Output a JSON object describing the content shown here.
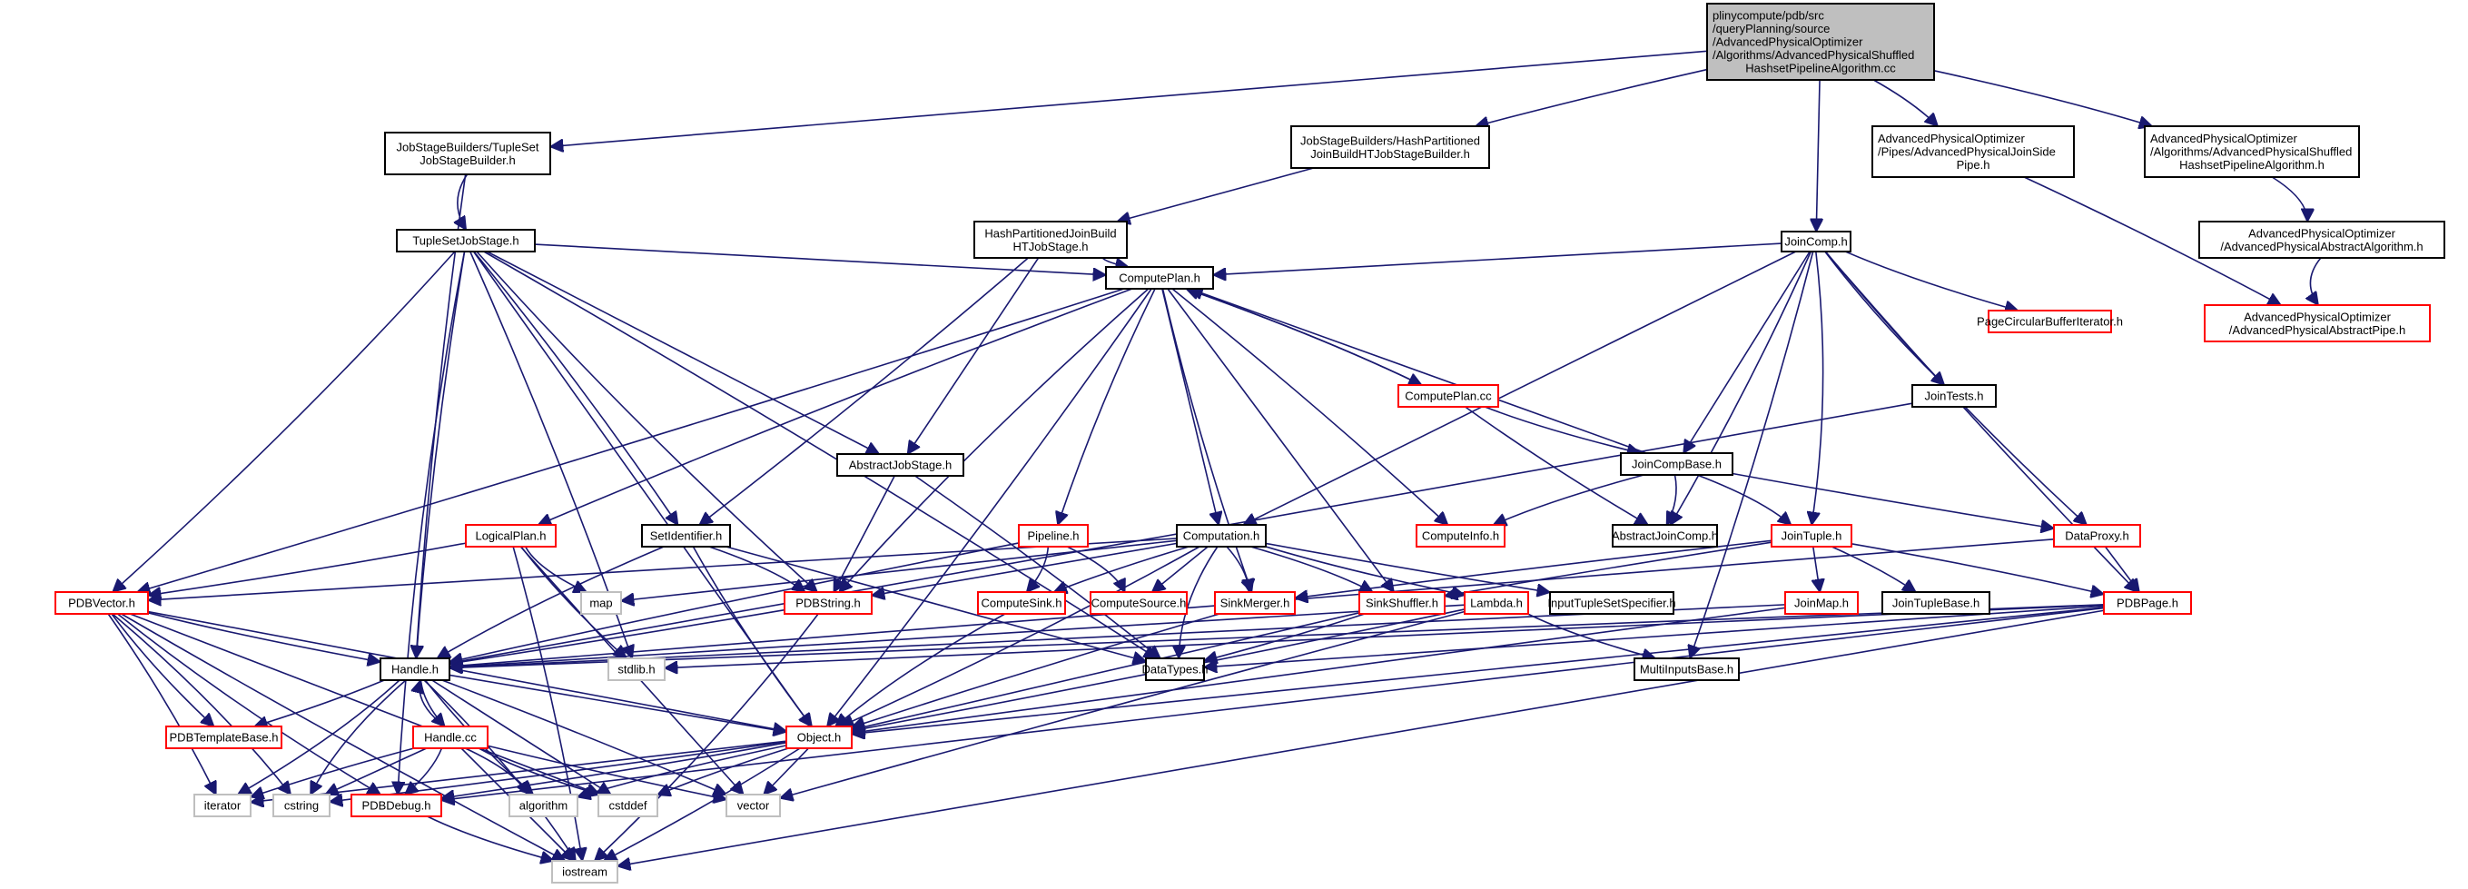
{
  "graph": {
    "title": "Include dependency graph for AdvancedPhysicalShuffledHashsetPipelineAlgorithm.cc",
    "colors": {
      "edge": "#191970",
      "root_fill": "#bfbfbf",
      "documented_border": "#000000",
      "truncated_border": "#ff0000",
      "external_border": "#bfbfbf",
      "node_fill": "#ffffff"
    },
    "nodes": [
      {
        "id": "root",
        "lines": [
          "plinycompute/pdb/src",
          "/queryPlanning/source",
          "/AdvancedPhysicalOptimizer",
          "/Algorithms/AdvancedPhysicalShuffled",
          "HashsetPipelineAlgorithm.cc"
        ],
        "kind": "root"
      },
      {
        "id": "tsjsb",
        "lines": [
          "JobStageBuilders/TupleSet",
          "JobStageBuilder.h"
        ],
        "kind": "normal"
      },
      {
        "id": "hpjb",
        "lines": [
          "JobStageBuilders/HashPartitioned",
          "JoinBuildHTJobStageBuilder.h"
        ],
        "kind": "normal"
      },
      {
        "id": "apjsp",
        "lines": [
          "AdvancedPhysicalOptimizer",
          "/Pipes/AdvancedPhysicalJoinSide",
          "Pipe.h"
        ],
        "kind": "normal"
      },
      {
        "id": "apshpa",
        "lines": [
          "AdvancedPhysicalOptimizer",
          "/Algorithms/AdvancedPhysicalShuffled",
          "HashsetPipelineAlgorithm.h"
        ],
        "kind": "normal"
      },
      {
        "id": "tsjs",
        "lines": [
          "TupleSetJobStage.h"
        ],
        "kind": "normal"
      },
      {
        "id": "hpjbhts",
        "lines": [
          "HashPartitionedJoinBuild",
          "HTJobStage.h"
        ],
        "kind": "normal"
      },
      {
        "id": "joincomp",
        "lines": [
          "JoinComp.h"
        ],
        "kind": "normal"
      },
      {
        "id": "apaa",
        "lines": [
          "AdvancedPhysicalOptimizer",
          "/AdvancedPhysicalAbstractAlgorithm.h"
        ],
        "kind": "normal"
      },
      {
        "id": "computeplan",
        "lines": [
          "ComputePlan.h"
        ],
        "kind": "normal"
      },
      {
        "id": "pcbi",
        "lines": [
          "PageCircularBufferIterator.h"
        ],
        "kind": "truncated"
      },
      {
        "id": "apap",
        "lines": [
          "AdvancedPhysicalOptimizer",
          "/AdvancedPhysicalAbstractPipe.h"
        ],
        "kind": "truncated"
      },
      {
        "id": "computeplancc",
        "lines": [
          "ComputePlan.cc"
        ],
        "kind": "truncated"
      },
      {
        "id": "jointests",
        "lines": [
          "JoinTests.h"
        ],
        "kind": "normal"
      },
      {
        "id": "abstractjobstage",
        "lines": [
          "AbstractJobStage.h"
        ],
        "kind": "normal"
      },
      {
        "id": "joincompbase",
        "lines": [
          "JoinCompBase.h"
        ],
        "kind": "normal"
      },
      {
        "id": "logicalplan",
        "lines": [
          "LogicalPlan.h"
        ],
        "kind": "truncated"
      },
      {
        "id": "setidentifier",
        "lines": [
          "SetIdentifier.h"
        ],
        "kind": "normal"
      },
      {
        "id": "pipeline",
        "lines": [
          "Pipeline.h"
        ],
        "kind": "truncated"
      },
      {
        "id": "computation",
        "lines": [
          "Computation.h"
        ],
        "kind": "normal"
      },
      {
        "id": "computeinfo",
        "lines": [
          "ComputeInfo.h"
        ],
        "kind": "truncated"
      },
      {
        "id": "abstractjoincomp",
        "lines": [
          "AbstractJoinComp.h"
        ],
        "kind": "normal"
      },
      {
        "id": "jointuple",
        "lines": [
          "JoinTuple.h"
        ],
        "kind": "truncated"
      },
      {
        "id": "dataproxy",
        "lines": [
          "DataProxy.h"
        ],
        "kind": "truncated"
      },
      {
        "id": "pdbvector",
        "lines": [
          "PDBVector.h"
        ],
        "kind": "truncated"
      },
      {
        "id": "map",
        "lines": [
          "map"
        ],
        "kind": "external"
      },
      {
        "id": "pdbstring",
        "lines": [
          "PDBString.h"
        ],
        "kind": "truncated"
      },
      {
        "id": "computesink",
        "lines": [
          "ComputeSink.h"
        ],
        "kind": "truncated"
      },
      {
        "id": "computesource",
        "lines": [
          "ComputeSource.h"
        ],
        "kind": "truncated"
      },
      {
        "id": "sinkmerger",
        "lines": [
          "SinkMerger.h"
        ],
        "kind": "truncated"
      },
      {
        "id": "sinkshuffler",
        "lines": [
          "SinkShuffler.h"
        ],
        "kind": "truncated"
      },
      {
        "id": "lambda",
        "lines": [
          "Lambda.h"
        ],
        "kind": "truncated"
      },
      {
        "id": "itss",
        "lines": [
          "InputTupleSetSpecifier.h"
        ],
        "kind": "normal"
      },
      {
        "id": "joinmap",
        "lines": [
          "JoinMap.h"
        ],
        "kind": "truncated"
      },
      {
        "id": "jointuplebase",
        "lines": [
          "JoinTupleBase.h"
        ],
        "kind": "normal"
      },
      {
        "id": "pdbpage",
        "lines": [
          "PDBPage.h"
        ],
        "kind": "truncated"
      },
      {
        "id": "handleh",
        "lines": [
          "Handle.h"
        ],
        "kind": "normal"
      },
      {
        "id": "stdlib",
        "lines": [
          "stdlib.h"
        ],
        "kind": "external"
      },
      {
        "id": "datatypes",
        "lines": [
          "DataTypes.h"
        ],
        "kind": "normal"
      },
      {
        "id": "multiinputsbase",
        "lines": [
          "MultiInputsBase.h"
        ],
        "kind": "normal"
      },
      {
        "id": "pdbtemplatebase",
        "lines": [
          "PDBTemplateBase.h"
        ],
        "kind": "truncated"
      },
      {
        "id": "handlecc",
        "lines": [
          "Handle.cc"
        ],
        "kind": "truncated"
      },
      {
        "id": "objecth",
        "lines": [
          "Object.h"
        ],
        "kind": "truncated"
      },
      {
        "id": "iterator",
        "lines": [
          "iterator"
        ],
        "kind": "external"
      },
      {
        "id": "cstring",
        "lines": [
          "cstring"
        ],
        "kind": "external"
      },
      {
        "id": "pdbdebug",
        "lines": [
          "PDBDebug.h"
        ],
        "kind": "truncated"
      },
      {
        "id": "algorithm",
        "lines": [
          "algorithm"
        ],
        "kind": "external"
      },
      {
        "id": "cstddef",
        "lines": [
          "cstddef"
        ],
        "kind": "external"
      },
      {
        "id": "vector",
        "lines": [
          "vector"
        ],
        "kind": "external"
      },
      {
        "id": "iostream",
        "lines": [
          "iostream"
        ],
        "kind": "external"
      }
    ],
    "edges": [
      [
        "root",
        "tsjsb"
      ],
      [
        "root",
        "hpjb"
      ],
      [
        "root",
        "joincomp"
      ],
      [
        "root",
        "apjsp"
      ],
      [
        "root",
        "apshpa"
      ],
      [
        "tsjsb",
        "tsjs"
      ],
      [
        "tsjsb",
        "handleh"
      ],
      [
        "hpjb",
        "hpjbhts"
      ],
      [
        "apjsp",
        "apap"
      ],
      [
        "apshpa",
        "apaa"
      ],
      [
        "apaa",
        "apap"
      ],
      [
        "tsjs",
        "computeplan"
      ],
      [
        "tsjs",
        "abstractjobstage"
      ],
      [
        "tsjs",
        "setidentifier"
      ],
      [
        "tsjs",
        "pdbvector"
      ],
      [
        "tsjs",
        "pdbstring"
      ],
      [
        "tsjs",
        "handleh"
      ],
      [
        "tsjs",
        "objecth"
      ],
      [
        "tsjs",
        "stdlib"
      ],
      [
        "tsjs",
        "datatypes"
      ],
      [
        "tsjs",
        "pdbdebug"
      ],
      [
        "hpjbhts",
        "computeplan"
      ],
      [
        "hpjbhts",
        "abstractjobstage"
      ],
      [
        "hpjbhts",
        "setidentifier"
      ],
      [
        "joincomp",
        "computeplan"
      ],
      [
        "joincomp",
        "pcbi"
      ],
      [
        "joincomp",
        "jointests"
      ],
      [
        "joincomp",
        "joincompbase"
      ],
      [
        "joincomp",
        "abstractjoincomp"
      ],
      [
        "joincomp",
        "jointuple"
      ],
      [
        "joincomp",
        "dataproxy"
      ],
      [
        "joincomp",
        "pdbpage"
      ],
      [
        "joincomp",
        "computation"
      ],
      [
        "joincomp",
        "multiinputsbase"
      ],
      [
        "computeplan",
        "computeplancc"
      ],
      [
        "computeplan",
        "logicalplan"
      ],
      [
        "computeplan",
        "pipeline"
      ],
      [
        "computeplan",
        "computation"
      ],
      [
        "computeplan",
        "computeinfo"
      ],
      [
        "computeplan",
        "pdbvector"
      ],
      [
        "computeplan",
        "pdbstring"
      ],
      [
        "computeplan",
        "sinkmerger"
      ],
      [
        "computeplan",
        "sinkshuffler"
      ],
      [
        "computeplan",
        "objecth"
      ],
      [
        "computeplancc",
        "computeplan"
      ],
      [
        "computeplancc",
        "joincompbase"
      ],
      [
        "computeplancc",
        "abstractjoincomp"
      ],
      [
        "joincompbase",
        "computeplan"
      ],
      [
        "joincompbase",
        "abstractjoincomp"
      ],
      [
        "joincompbase",
        "jointuple"
      ],
      [
        "joincompbase",
        "computeinfo"
      ],
      [
        "joincompbase",
        "dataproxy"
      ],
      [
        "abstractjobstage",
        "pdbstring"
      ],
      [
        "abstractjobstage",
        "datatypes"
      ],
      [
        "logicalplan",
        "pdbvector"
      ],
      [
        "logicalplan",
        "map"
      ],
      [
        "logicalplan",
        "stdlib"
      ],
      [
        "logicalplan",
        "vector"
      ],
      [
        "logicalplan",
        "iostream"
      ],
      [
        "setidentifier",
        "pdbstring"
      ],
      [
        "setidentifier",
        "handleh"
      ],
      [
        "setidentifier",
        "objecth"
      ],
      [
        "setidentifier",
        "datatypes"
      ],
      [
        "pipeline",
        "computesink"
      ],
      [
        "pipeline",
        "computesource"
      ],
      [
        "pipeline",
        "handleh"
      ],
      [
        "computation",
        "computesink"
      ],
      [
        "computation",
        "computesource"
      ],
      [
        "computation",
        "sinkmerger"
      ],
      [
        "computation",
        "sinkshuffler"
      ],
      [
        "computation",
        "lambda"
      ],
      [
        "computation",
        "itss"
      ],
      [
        "computation",
        "pdbstring"
      ],
      [
        "computation",
        "map"
      ],
      [
        "computation",
        "objecth"
      ],
      [
        "computation",
        "datatypes"
      ],
      [
        "computation",
        "pdbvector"
      ],
      [
        "jointuple",
        "joinmap"
      ],
      [
        "jointuple",
        "jointuplebase"
      ],
      [
        "jointuple",
        "pdbpage"
      ],
      [
        "jointuple",
        "sinkmerger"
      ],
      [
        "jointuple",
        "sinkshuffler"
      ],
      [
        "dataproxy",
        "pdbpage"
      ],
      [
        "dataproxy",
        "handleh"
      ],
      [
        "jointests",
        "handleh"
      ],
      [
        "pdbvector",
        "handleh"
      ],
      [
        "pdbvector",
        "pdbtemplatebase"
      ],
      [
        "pdbvector",
        "objecth"
      ],
      [
        "pdbvector",
        "iterator"
      ],
      [
        "pdbvector",
        "cstring"
      ],
      [
        "pdbvector",
        "pdbdebug"
      ],
      [
        "pdbvector",
        "iostream"
      ],
      [
        "pdbvector",
        "cstddef"
      ],
      [
        "pdbstring",
        "handleh"
      ],
      [
        "pdbstring",
        "iostream"
      ],
      [
        "computesink",
        "objecth"
      ],
      [
        "sinkmerger",
        "objecth"
      ],
      [
        "sinkshuffler",
        "objecth"
      ],
      [
        "sinkshuffler",
        "datatypes"
      ],
      [
        "lambda",
        "objecth"
      ],
      [
        "lambda",
        "multiinputsbase"
      ],
      [
        "lambda",
        "vector"
      ],
      [
        "lambda",
        "handleh"
      ],
      [
        "joinmap",
        "objecth"
      ],
      [
        "joinmap",
        "handleh"
      ],
      [
        "pdbpage",
        "datatypes"
      ],
      [
        "pdbpage",
        "stdlib"
      ],
      [
        "pdbpage",
        "handleh"
      ],
      [
        "pdbpage",
        "objecth"
      ],
      [
        "pdbpage",
        "iostream"
      ],
      [
        "pdbpage",
        "pdbdebug"
      ],
      [
        "handleh",
        "handlecc"
      ],
      [
        "handleh",
        "objecth"
      ],
      [
        "handleh",
        "pdbtemplatebase"
      ],
      [
        "handleh",
        "iterator"
      ],
      [
        "handleh",
        "cstring"
      ],
      [
        "handleh",
        "algorithm"
      ],
      [
        "handleh",
        "cstddef"
      ],
      [
        "handleh",
        "vector"
      ],
      [
        "handleh",
        "iostream"
      ],
      [
        "handlecc",
        "handleh"
      ],
      [
        "handlecc",
        "iterator"
      ],
      [
        "handlecc",
        "cstring"
      ],
      [
        "handlecc",
        "pdbdebug"
      ],
      [
        "handlecc",
        "algorithm"
      ],
      [
        "handlecc",
        "cstddef"
      ],
      [
        "handlecc",
        "vector"
      ],
      [
        "handlecc",
        "iostream"
      ],
      [
        "objecth",
        "iterator"
      ],
      [
        "objecth",
        "cstring"
      ],
      [
        "objecth",
        "algorithm"
      ],
      [
        "objecth",
        "cstddef"
      ],
      [
        "objecth",
        "vector"
      ],
      [
        "objecth",
        "iostream"
      ],
      [
        "objecth",
        "pdbdebug"
      ],
      [
        "pdbdebug",
        "iostream"
      ]
    ]
  }
}
